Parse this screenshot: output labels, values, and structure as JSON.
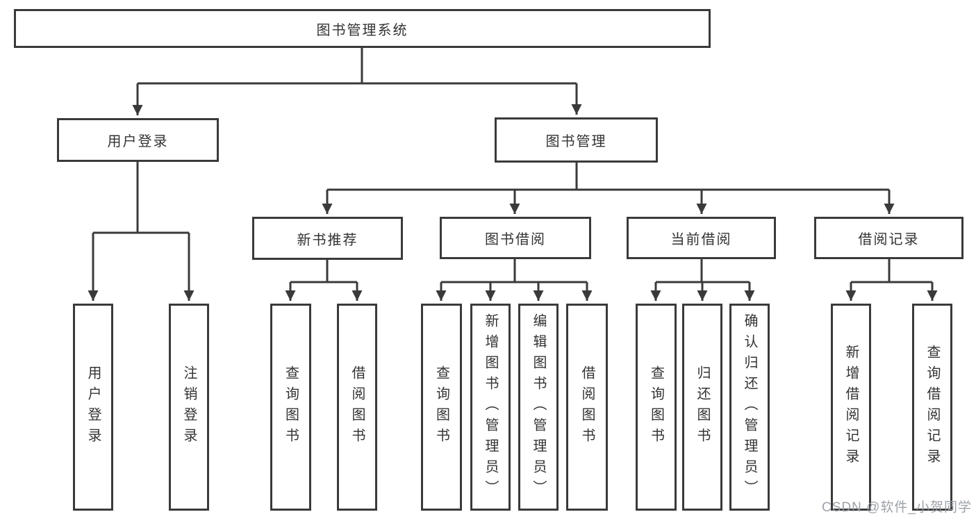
{
  "root": {
    "label": "图书管理系统"
  },
  "branches": [
    {
      "label": "用户登录",
      "children": [
        {
          "label": "用户登录"
        },
        {
          "label": "注销登录"
        }
      ]
    },
    {
      "label": "图书管理",
      "children": [
        {
          "label": "新书推荐",
          "children": [
            {
              "label": "查询图书"
            },
            {
              "label": "借阅图书"
            }
          ]
        },
        {
          "label": "图书借阅",
          "children": [
            {
              "label": "查询图书"
            },
            {
              "label": "新增图书（管理员）"
            },
            {
              "label": "编辑图书（管理员）"
            },
            {
              "label": "借阅图书"
            }
          ]
        },
        {
          "label": "当前借阅",
          "children": [
            {
              "label": "查询图书"
            },
            {
              "label": "归还图书"
            },
            {
              "label": "确认归还（管理员）"
            }
          ]
        },
        {
          "label": "借阅记录",
          "children": [
            {
              "label": "新增借阅记录"
            },
            {
              "label": "查询借阅记录"
            }
          ]
        }
      ]
    }
  ],
  "watermark": {
    "text": "CSDN @软件_小贺同学"
  },
  "colors": {
    "line": "#3a3a3a",
    "box_border": "#3a3a3a",
    "text": "#333333",
    "background": "#ffffff",
    "watermark": "#989da3"
  }
}
